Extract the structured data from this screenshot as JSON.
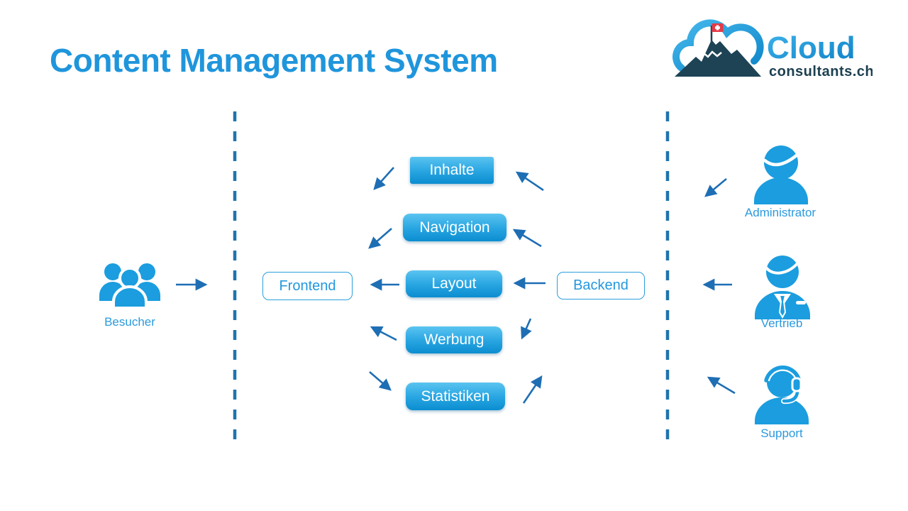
{
  "title": "Content Management System",
  "logo": {
    "brand": "Cloud",
    "domain": "consultants.ch",
    "icon": "cloud-mountain-swiss-flag-icon"
  },
  "visitor": {
    "label": "Besucher",
    "icon": "people-group-icon"
  },
  "layers": {
    "frontend_label": "Frontend",
    "backend_label": "Backend"
  },
  "modules": [
    "Inhalte",
    "Navigation",
    "Layout",
    "Werbung",
    "Statistiken"
  ],
  "actors": [
    {
      "label": "Administrator",
      "icon": "admin-person-icon"
    },
    {
      "label": "Vertrieb",
      "icon": "salesperson-tie-icon"
    },
    {
      "label": "Support",
      "icon": "support-headset-icon"
    }
  ],
  "flows": [
    "Besucher → Frontend",
    "Backend → Inhalte → Frontend",
    "Backend → Navigation → Frontend",
    "Backend → Layout → Frontend",
    "Backend → Werbung → Frontend",
    "Frontend → Statistiken → Backend",
    "Administrator → Backend",
    "Vertrieb → Backend",
    "Support → Backend"
  ],
  "colors": {
    "accent_title": "#1f95dc",
    "icon_blue": "#1b9ddf",
    "arrow": "#1e6eb4",
    "dashed_line": "#1e74ae",
    "button_gradient_top": "#5ac4f0",
    "button_gradient_bottom": "#0b8dd0",
    "logo_navy": "#1c4050",
    "logo_blue": "#29a8e2",
    "flag_red": "#e63946"
  }
}
